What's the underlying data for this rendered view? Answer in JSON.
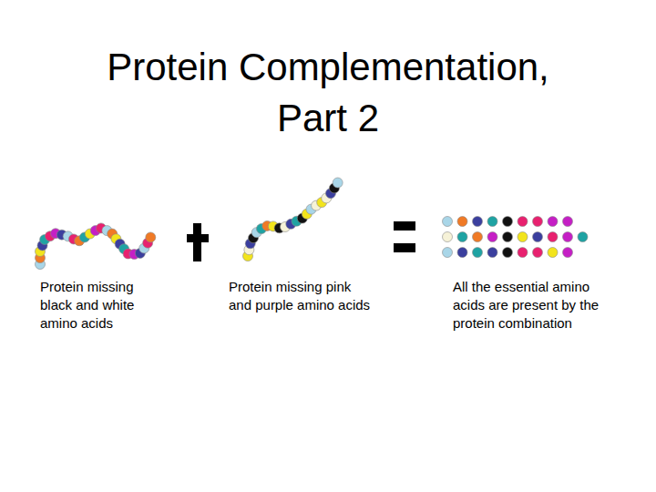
{
  "diagram": {
    "title": "Protein Complementation, Part 2",
    "labels": [
      "Protein missing black and white amino acids",
      "Protein missing pink and purple amino acids",
      "All the essential amino acids are present by the protein combination"
    ]
  }
}
